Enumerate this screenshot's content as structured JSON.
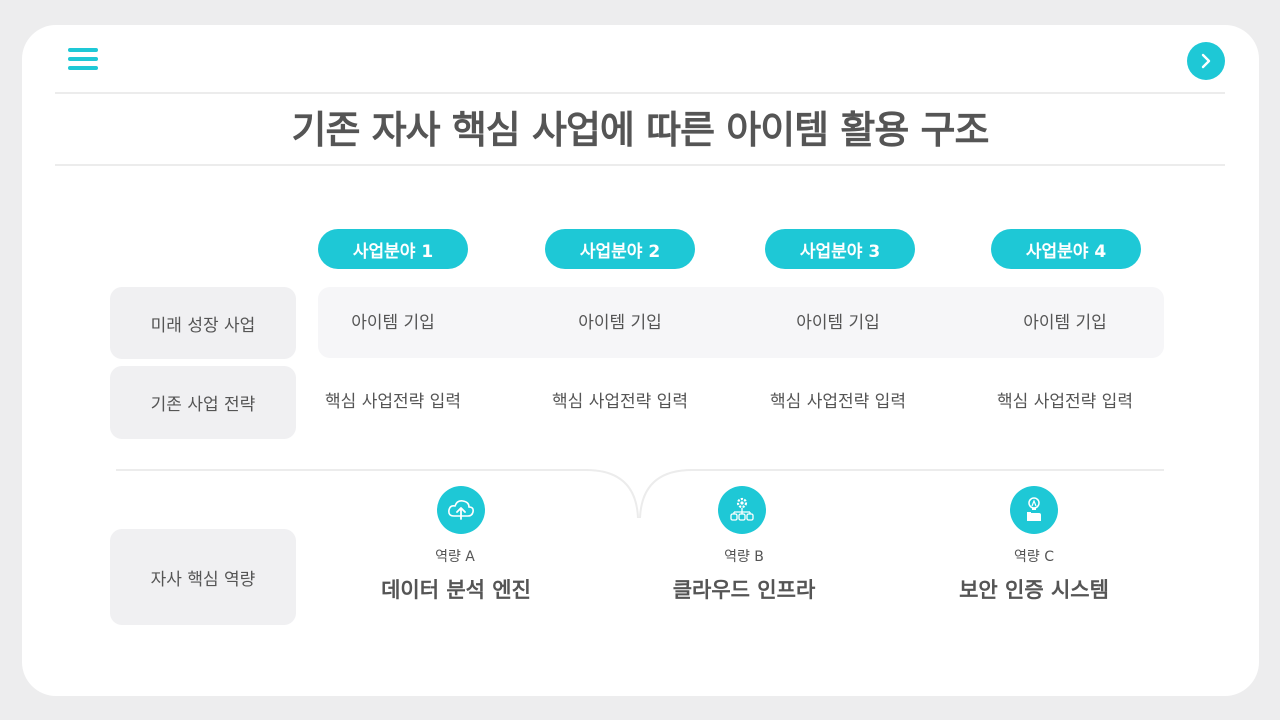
{
  "title": "기존 자사 핵심 사업에 따른 아이템 활용 구조",
  "icons": {
    "menu": "hamburger-menu-icon",
    "next": "chevron-right-icon"
  },
  "colors": {
    "accent": "#1ec8d6",
    "text": "#555555",
    "label_bg": "#f0f0f2"
  },
  "columns": [
    "사업분야 1",
    "사업분야 2",
    "사업분야 3",
    "사업분야 4"
  ],
  "rows": [
    {
      "label": "미래 성장 사업",
      "cells": [
        "아이템 기입",
        "아이템 기입",
        "아이템 기입",
        "아이템 기입"
      ]
    },
    {
      "label": "기존 사업 전략",
      "cells": [
        "핵심 사업전략 입력",
        "핵심 사업전략 입력",
        "핵심 사업전략 입력",
        "핵심 사업전략 입력"
      ]
    }
  ],
  "capabilities": {
    "label": "자사 핵심 역량",
    "items": [
      {
        "sub": "역량 A",
        "name": "데이터 분석 엔진",
        "icon": "cloud-upload-icon"
      },
      {
        "sub": "역량 B",
        "name": "클라우드 인프라",
        "icon": "gear-network-icon"
      },
      {
        "sub": "역량 C",
        "name": "보안 인증 시스템",
        "icon": "idea-hand-icon"
      }
    ]
  }
}
